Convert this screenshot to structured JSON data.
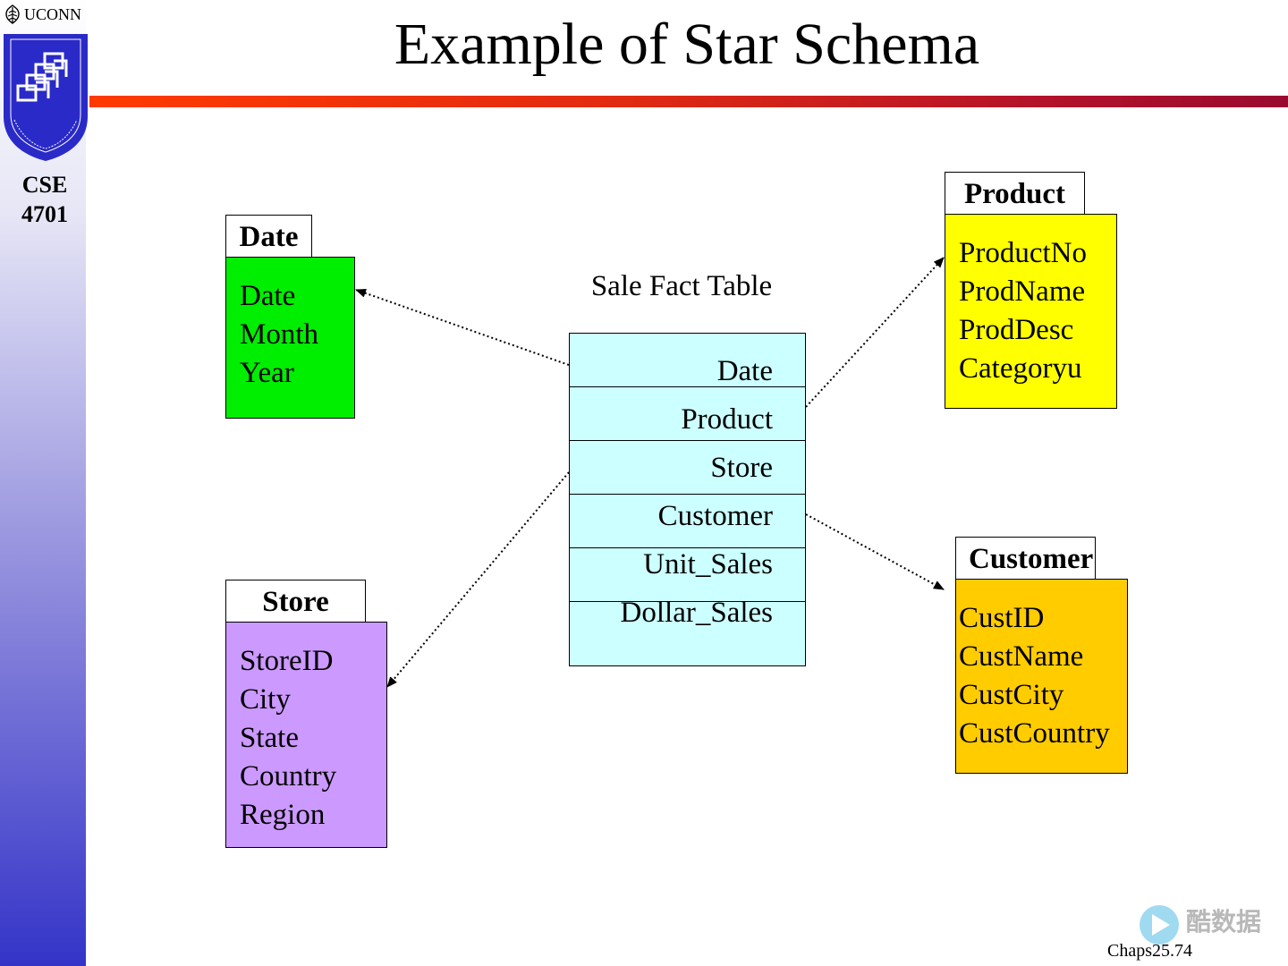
{
  "sidebar": {
    "university": "UCONN",
    "course_lines": [
      "CSE",
      "4701"
    ]
  },
  "title": "Example of Star Schema",
  "fact_table": {
    "label": "Sale Fact Table",
    "fields": [
      "Date",
      "Product",
      "Store",
      "Customer",
      "Unit_Sales",
      "Dollar_Sales"
    ],
    "color": "#ccffff"
  },
  "dimensions": {
    "date": {
      "name": "Date",
      "fields": [
        "Date",
        "Month",
        "Year"
      ],
      "color": "#00ee00"
    },
    "product": {
      "name": "Product",
      "fields": [
        "ProductNo",
        "ProdName",
        "ProdDesc",
        "Categoryu"
      ],
      "color": "#ffff00"
    },
    "store": {
      "name": "Store",
      "fields": [
        "StoreID",
        "City",
        "State",
        "Country",
        "Region"
      ],
      "color": "#cc99ff"
    },
    "customer": {
      "name": "Customer",
      "fields": [
        "CustID",
        "CustName",
        "CustCity",
        "CustCountry"
      ],
      "color": "#ffcc00"
    }
  },
  "footer": "Chaps25.74",
  "watermark": "酷数据"
}
